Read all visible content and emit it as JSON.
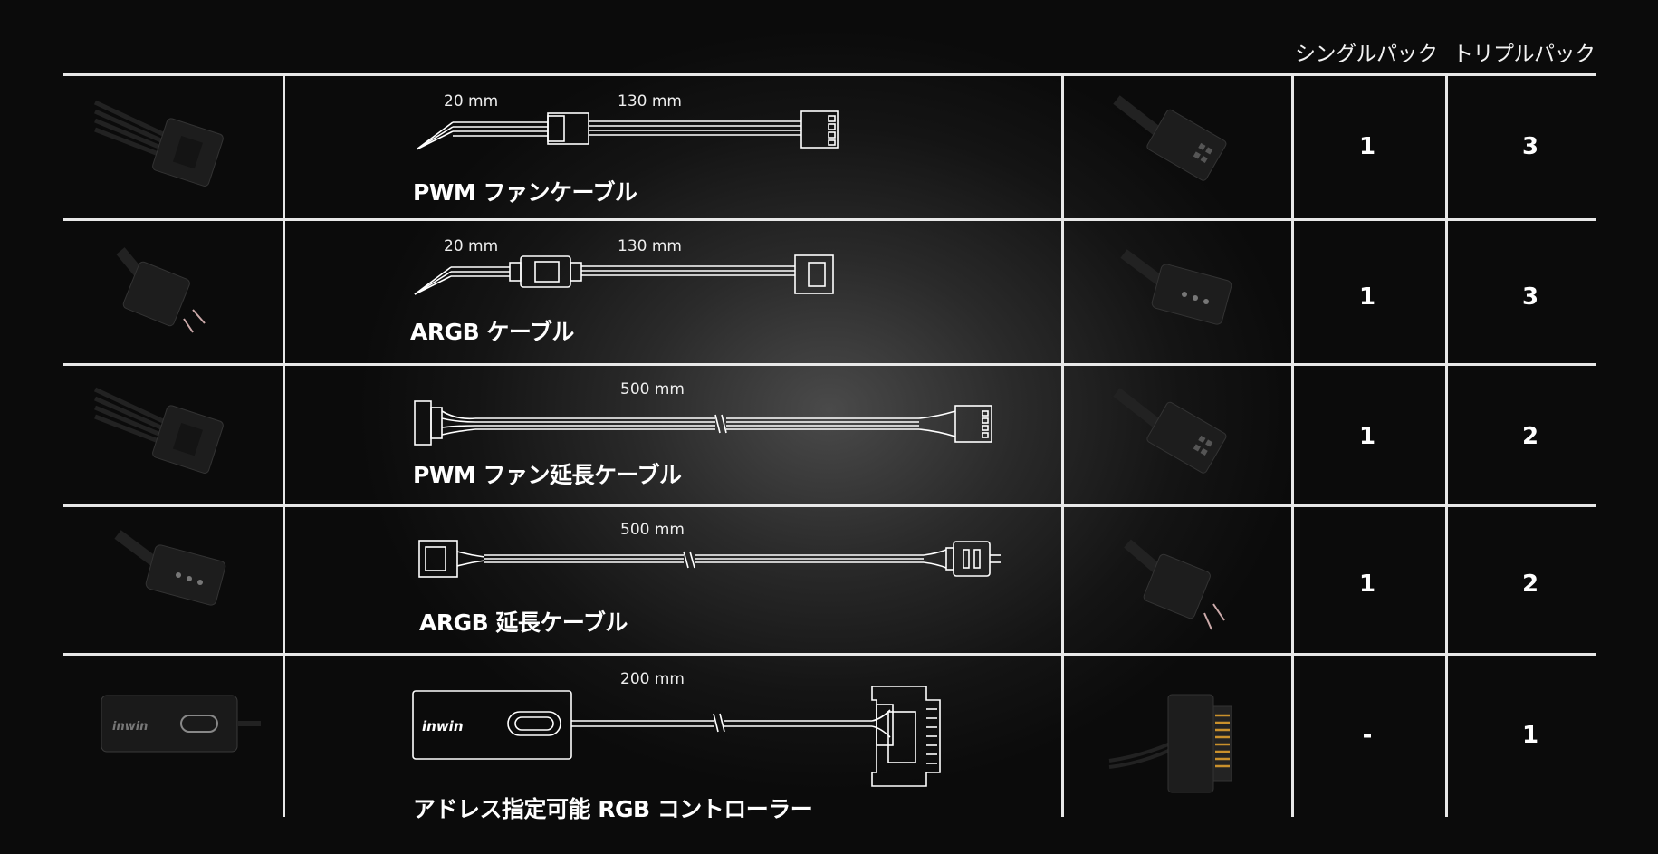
{
  "header": {
    "single_pack": "シングルパック",
    "triple_pack": "トリプルパック"
  },
  "rows": [
    {
      "name": "PWM ファンケーブル",
      "len1": "20 mm",
      "len2": "130 mm",
      "single": "1",
      "triple": "3"
    },
    {
      "name": "ARGB ケーブル",
      "len1": "20 mm",
      "len2": "130 mm",
      "single": "1",
      "triple": "3"
    },
    {
      "name": "PWM ファン延長ケーブル",
      "len1": "",
      "len2": "500 mm",
      "single": "1",
      "triple": "2"
    },
    {
      "name": "ARGB 延長ケーブル",
      "len1": "",
      "len2": "500 mm",
      "single": "1",
      "triple": "2"
    },
    {
      "name": "アドレス指定可能 RGB コントローラー",
      "len1": "",
      "len2": "200 mm",
      "single": "-",
      "triple": "1"
    }
  ],
  "controller_logo": "inwin"
}
